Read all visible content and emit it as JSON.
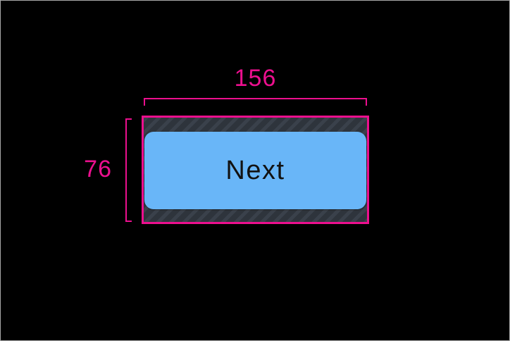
{
  "measurements": {
    "width_label": "156",
    "height_label": "76"
  },
  "button": {
    "label": "Next"
  },
  "colors": {
    "annotation_pink": "#ec0f8e",
    "button_blue": "#69b6f8",
    "button_text": "#121212",
    "hatch_base": "#3a414b",
    "hatch_stripe": "#2e343c",
    "canvas_bg": "#000000",
    "canvas_border": "#a8a8a8"
  }
}
